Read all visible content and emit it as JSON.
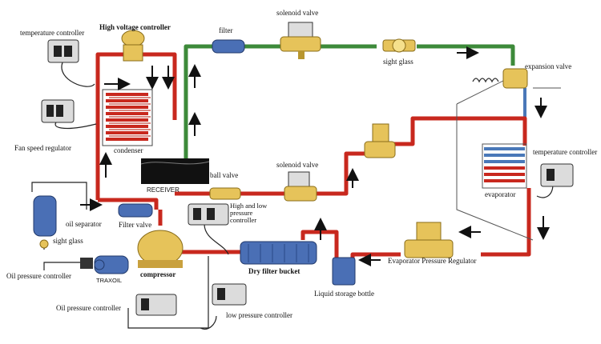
{
  "colors": {
    "hot_gas": "#c8281e",
    "liquid": "#3d8a3a",
    "suction": "#4a78b8",
    "component_blue": "#4a6fb5",
    "brass": "#e6c35a",
    "black": "#111111"
  },
  "labels": {
    "temp_controller_top": "temperature controller",
    "high_voltage_controller": "High voltage controller",
    "filter": "filter",
    "solenoid_valve_top": "solenoid valve",
    "sight_glass_top": "sight glass",
    "expansion_valve": "expansion valve",
    "fan_speed_regulator": "Fan speed regulator",
    "condenser": "condenser",
    "receiver": "RECEIVER",
    "ball_valve": "ball valve",
    "solenoid_valve_mid": "solenoid valve",
    "temp_controller_right": "temperature controller",
    "evaporator": "evaporator",
    "oil_separator": "oil separator",
    "filter_valve": "Filter valve",
    "high_low_pressure_controller": "High and low pressure controller",
    "sight_glass_left": "sight glass",
    "oil_pressure_controller_left": "Oil pressure controller",
    "traxoil": "TRAXOIL",
    "compressor": "compressor",
    "dry_filter_bucket": "Dry filter bucket",
    "evap_pressure_regulator": "Evaporator Pressure Regulator",
    "liquid_storage_bottle": "Liquid storage bottle",
    "oil_pressure_controller_bottom": "Oil pressure controller",
    "low_pressure_controller": "low pressure controller"
  },
  "icons": {
    "flow_arrow": "flow-arrow-icon",
    "controller": "pressure-controller-icon",
    "valve": "valve-icon"
  }
}
